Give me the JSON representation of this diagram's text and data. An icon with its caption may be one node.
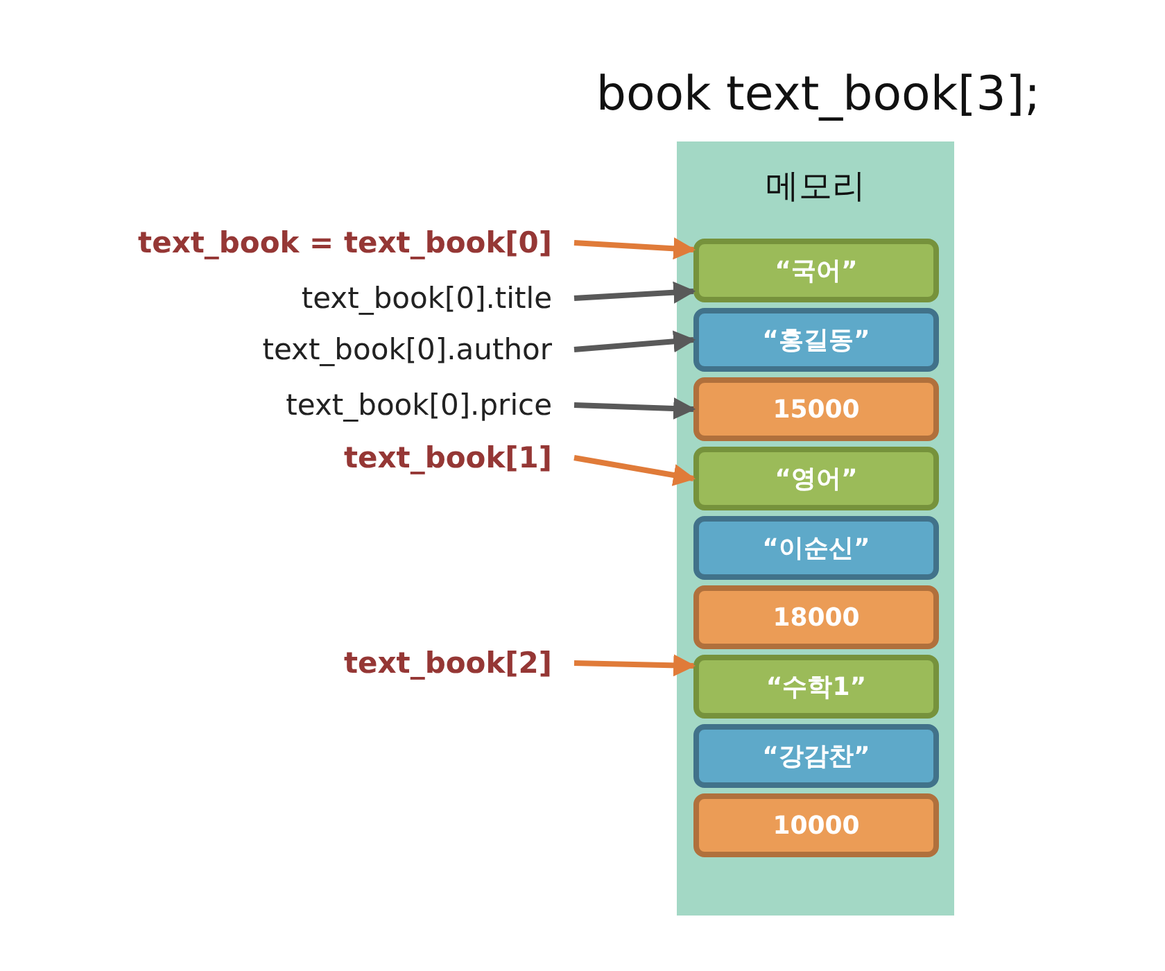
{
  "diagram": {
    "title": "book text_book[3];",
    "nodes": [
      {
        "text": [
          "메모리"
        ]
      },
      {
        "text": [
          "“국어”"
        ],
        "in": 0
      },
      {
        "text": [
          "“홍길동”"
        ],
        "in": 0
      },
      {
        "text": [
          "15000"
        ],
        "in": 0
      },
      {
        "text": [
          "“영어”"
        ],
        "in": 0
      },
      {
        "text": [
          "“이순신”"
        ],
        "in": 0
      },
      {
        "text": [
          "18000"
        ],
        "in": 0
      },
      {
        "text": [
          "“수학1”"
        ],
        "in": 0
      },
      {
        "text": [
          "“강감찬”"
        ],
        "in": 0
      },
      {
        "text": [
          "10000"
        ],
        "in": 0
      },
      {
        "text": [
          "text_book = text_book[0]"
        ]
      },
      {
        "text": [
          "text_book[0].title"
        ]
      },
      {
        "text": [
          "text_book[0].author"
        ]
      },
      {
        "text": [
          "text_book[0].price"
        ]
      },
      {
        "text": [
          "text_book[1]"
        ]
      },
      {
        "text": [
          "text_book[2]"
        ]
      }
    ],
    "edges": [
      {
        "from": 10,
        "to": 1,
        "arrow": "to",
        "color": "#e07b39"
      },
      {
        "from": 11,
        "to": 1,
        "arrow": "to",
        "color": "#595959"
      },
      {
        "from": 12,
        "to": 2,
        "arrow": "to",
        "color": "#595959"
      },
      {
        "from": 13,
        "to": 3,
        "arrow": "to",
        "color": "#595959"
      },
      {
        "from": 14,
        "to": 4,
        "arrow": "to",
        "color": "#e07b39"
      },
      {
        "from": 15,
        "to": 7,
        "arrow": "to",
        "color": "#e07b39"
      }
    ]
  }
}
